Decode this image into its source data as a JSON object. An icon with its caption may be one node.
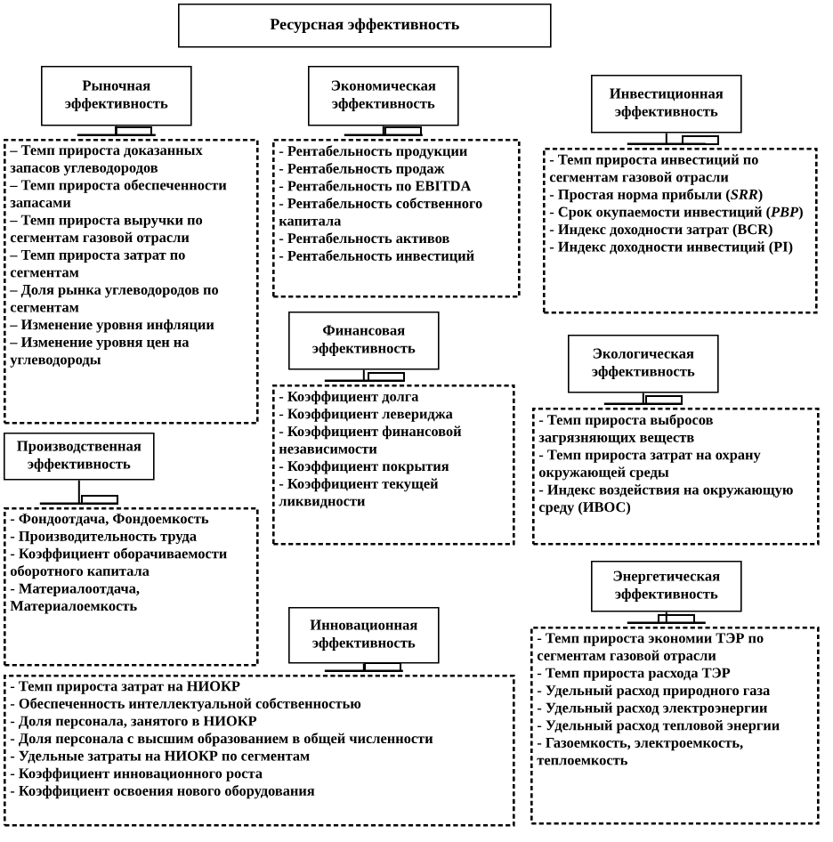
{
  "diagram": {
    "nodes": [
      {
        "text": [
          "Ресурсная эффективность"
        ]
      },
      {
        "text": [
          "Рыночная эффективность"
        ]
      },
      {
        "text": [
          "– Темп прироста доказанных запасов углеводородов",
          "– Темп прироста обеспеченности запасами",
          "– Темп прироста выручки по сегментам газовой отрасли",
          "– Темп прироста затрат по сегментам",
          "– Доля рынка углеводородов по сегментам",
          "– Изменение уровня инфляции",
          "– Изменение уровня цен на углеводороды"
        ]
      },
      {
        "text": [
          "Экономическая эффективность"
        ]
      },
      {
        "text": [
          "- Рентабельность продукции",
          "- Рентабельность продаж",
          "- Рентабельность по EBITDA",
          "- Рентабельность собственного капитала",
          "- Рентабельность активов",
          "- Рентабельность инвестиций"
        ]
      },
      {
        "text": [
          "Инвестиционная эффективность"
        ]
      },
      {
        "text": [
          "- Темп прироста инвестиций по сегментам газовой отрасли",
          "- Простая норма прибыли (*SRR*)",
          "- Срок окупаемости инвестиций (*PBP*)",
          "- Индекс доходности затрат (BCR)",
          "- Индекс доходности инвестиций (PI)"
        ]
      },
      {
        "text": [
          "Финансовая эффективность"
        ]
      },
      {
        "text": [
          "- Коэффициент долга",
          "- Коэффициент левериджа",
          "- Коэффициент финансовой независимости",
          "- Коэффициент покрытия",
          "- Коэффициент текущей ликвидности"
        ]
      },
      {
        "text": [
          "Экологическая эффективность"
        ]
      },
      {
        "text": [
          "- Темп прироста выбросов загрязняющих веществ",
          "- Темп прироста затрат на охрану окружающей среды",
          "- Индекс воздействия на окружающую среду (ИВОС)"
        ]
      },
      {
        "text": [
          "Производственная эффективность"
        ]
      },
      {
        "text": [
          "- Фондоотдача, Фондоемкость",
          "- Производительность труда",
          "- Коэффициент оборачиваемости оборотного капитала",
          "- Материалоотдача, Материалоемкость"
        ]
      },
      {
        "text": [
          "Инновационная эффективность"
        ]
      },
      {
        "text": [
          "- Темп прироста затрат на НИОКР",
          "- Обеспеченность интеллектуальной собственностью",
          "- Доля персонала, занятого в НИОКР",
          "- Доля персонала с высшим образованием в общей численности",
          "- Удельные затраты на НИОКР по сегментам",
          "- Коэффициент инновационного роста",
          "- Коэффициент освоения нового оборудования"
        ]
      },
      {
        "text": [
          "Энергетическая эффективность"
        ]
      },
      {
        "text": [
          "- Темп прироста экономии ТЭР по сегментам газовой отрасли",
          "- Темп прироста расхода ТЭР",
          "- Удельный расход природного газа",
          "- Удельный расход электроэнергии",
          "- Удельный расход тепловой энергии",
          "- Газоемкость, электроемкость, теплоемкость"
        ]
      }
    ],
    "edges": [
      {
        "from": 1,
        "to": 2,
        "arrow": "other"
      },
      {
        "from": 3,
        "to": 4,
        "arrow": "other"
      },
      {
        "from": 5,
        "to": 6,
        "arrow": "other"
      },
      {
        "from": 7,
        "to": 8,
        "arrow": "other"
      },
      {
        "from": 9,
        "to": 10,
        "arrow": "other"
      },
      {
        "from": 11,
        "to": 12,
        "arrow": "other"
      },
      {
        "from": 13,
        "to": 14,
        "arrow": "other"
      },
      {
        "from": 15,
        "to": 16,
        "arrow": "other"
      }
    ]
  }
}
